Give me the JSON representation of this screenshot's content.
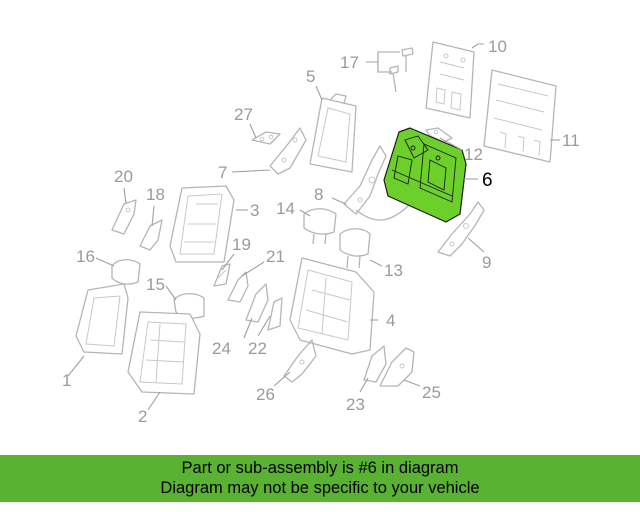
{
  "diagram": {
    "callouts": [
      "1",
      "2",
      "3",
      "4",
      "5",
      "6",
      "7",
      "8",
      "9",
      "10",
      "11",
      "12",
      "13",
      "14",
      "15",
      "16",
      "17",
      "18",
      "19",
      "20",
      "21",
      "22",
      "23",
      "24",
      "25",
      "26",
      "27"
    ],
    "highlighted_part": "6",
    "colors": {
      "highlight_fill": "#6ccf2a",
      "line_art": "#b5b5b5",
      "callout_text": "#9a9a9a",
      "banner_bg": "#59b231"
    }
  },
  "banner": {
    "line1": "Part or sub-assembly is #6 in diagram",
    "line2": "Diagram may not be specific to your vehicle"
  }
}
